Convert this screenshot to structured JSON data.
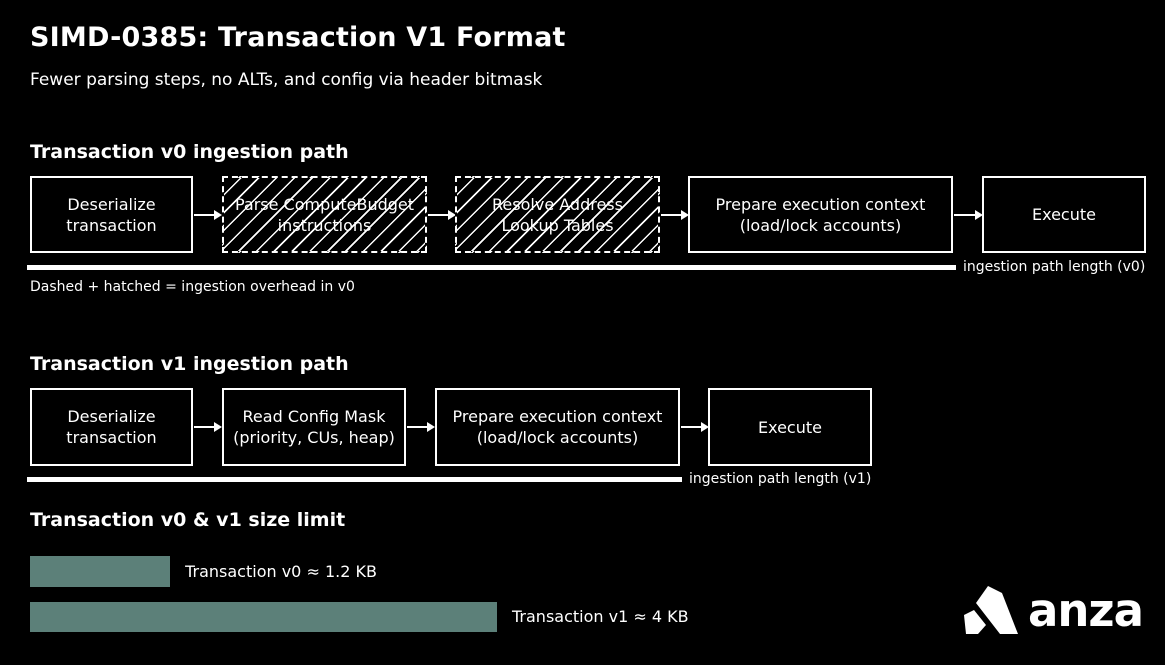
{
  "header": {
    "title": "SIMD-0385: Transaction V1 Format",
    "subtitle": "Fewer parsing steps, no ALTs, and config via header bitmask"
  },
  "v0": {
    "heading": "Transaction v0 ingestion path",
    "steps": [
      "Deserialize\ntransaction",
      "Parse ComputeBudget\ninstructions",
      "Resolve Address\nLookup Tables",
      "Prepare execution context\n(load/lock accounts)",
      "Execute"
    ],
    "path_label": "ingestion path length (v0)",
    "note": "Dashed + hatched = ingestion overhead in v0"
  },
  "v1": {
    "heading": "Transaction v1 ingestion path",
    "steps": [
      "Deserialize\ntransaction",
      "Read Config Mask\n(priority, CUs, heap)",
      "Prepare execution context\n(load/lock accounts)",
      "Execute"
    ],
    "path_label": "ingestion path length (v1)"
  },
  "size": {
    "heading": "Transaction v0 & v1 size limit",
    "v0_label": "Transaction v0 ≈ 1.2 KB",
    "v1_label": "Transaction v1 ≈ 4 KB",
    "v0_kb": 1.2,
    "v1_kb": 4,
    "bar_color": "#5c8079"
  },
  "logo": {
    "text": "anza",
    "icon": "anza-logo-icon"
  }
}
